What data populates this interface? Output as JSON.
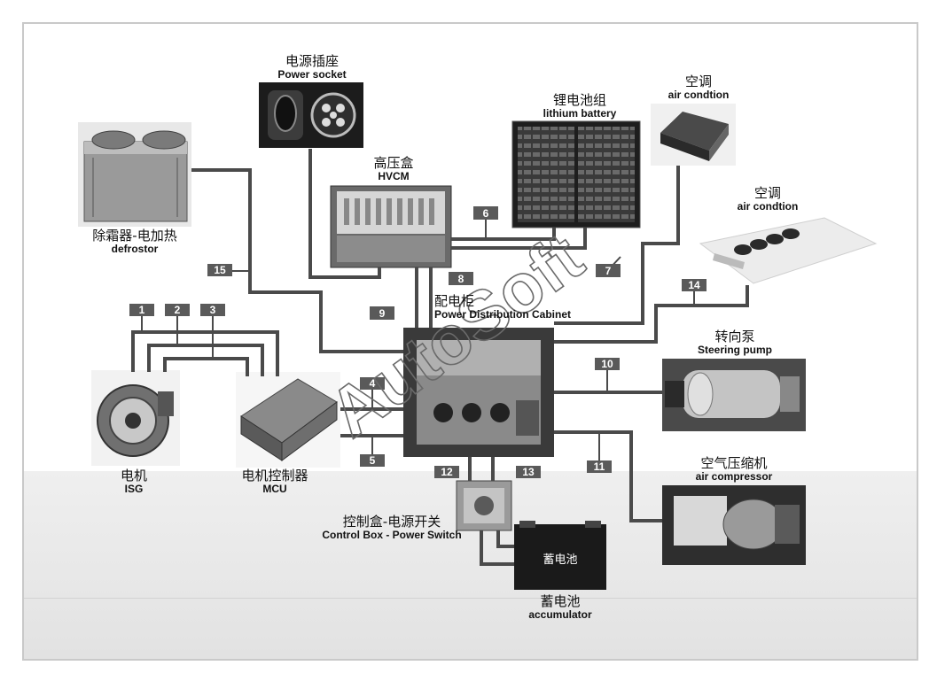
{
  "components": {
    "power_socket": {
      "cn": "电源插座",
      "en": "Power socket"
    },
    "defroster": {
      "cn": "除霜器-电加热",
      "en": "defrostor"
    },
    "hvcm": {
      "cn": "高压盒",
      "en": "HVCM"
    },
    "lithium_battery": {
      "cn": "锂电池组",
      "en": "lithium battery"
    },
    "air_condition_1": {
      "cn": "空调",
      "en": "air condtion"
    },
    "air_condition_2": {
      "cn": "空调",
      "en": "air condtion"
    },
    "pdc": {
      "cn": "配电柜",
      "en": "Power Distribution Cabinet"
    },
    "steering_pump": {
      "cn": "转向泵",
      "en": "Steering pump"
    },
    "air_compressor": {
      "cn": "空气压缩机",
      "en": "air compressor"
    },
    "isg": {
      "cn": "电机",
      "en": "ISG"
    },
    "mcu": {
      "cn": "电机控制器",
      "en": "MCU"
    },
    "control_box": {
      "cn": "控制盒-电源开关",
      "en": "Control Box - Power Switch"
    },
    "accumulator": {
      "cn": "蓄电池",
      "en": "accumulator"
    }
  },
  "battery_face_label": "蓄电池",
  "wire_numbers": [
    "1",
    "2",
    "3",
    "4",
    "5",
    "6",
    "7",
    "8",
    "9",
    "10",
    "11",
    "12",
    "13",
    "14",
    "15"
  ],
  "watermark": "AutoSoft",
  "colors": {
    "wire": "#4a4a4a",
    "tag_fill": "#5a5a5a",
    "tag_text": "#ffffff",
    "frame": "#c9c9c9"
  }
}
